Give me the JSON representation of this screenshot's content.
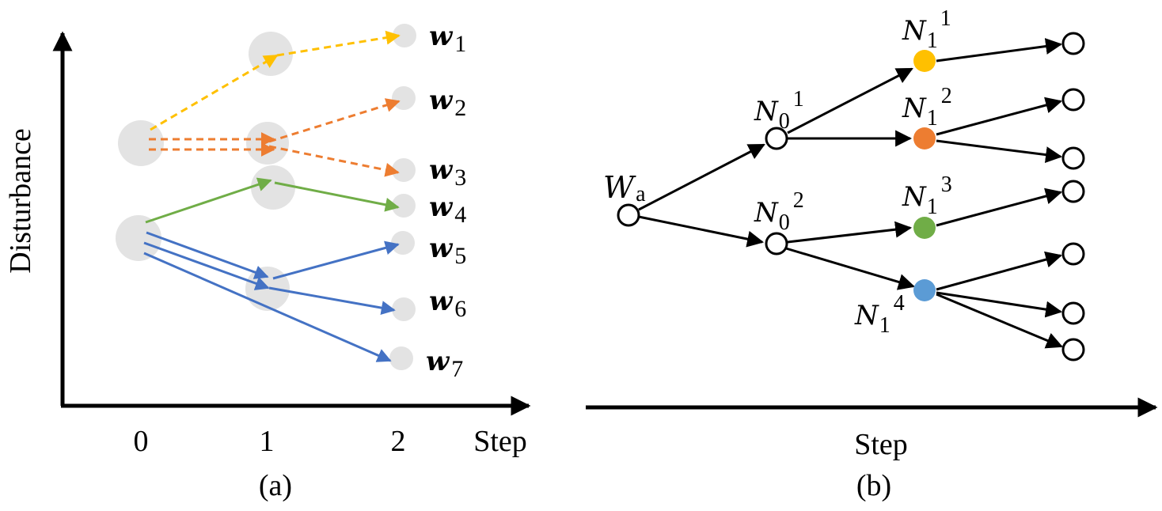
{
  "panel_a": {
    "caption": "(a)",
    "y_axis_label": "Disturbance",
    "x_axis_label": "Step",
    "x_ticks": [
      "0",
      "1",
      "2"
    ],
    "scenarios": [
      {
        "letter": "w",
        "sub": "1"
      },
      {
        "letter": "w",
        "sub": "2"
      },
      {
        "letter": "w",
        "sub": "3"
      },
      {
        "letter": "w",
        "sub": "4"
      },
      {
        "letter": "w",
        "sub": "5"
      },
      {
        "letter": "w",
        "sub": "6"
      },
      {
        "letter": "w",
        "sub": "7"
      }
    ],
    "colors": {
      "yellow": "#FFC000",
      "orange": "#ED7D31",
      "green": "#70AD47",
      "blue": "#4472C4",
      "cluster": "#E3E3E3"
    }
  },
  "panel_b": {
    "caption": "(b)",
    "x_axis_label": "Step",
    "root": {
      "letter": "W",
      "sub": "a"
    },
    "nodes": [
      {
        "letter": "N",
        "sub": "0",
        "sup": "1"
      },
      {
        "letter": "N",
        "sub": "0",
        "sup": "2"
      },
      {
        "letter": "N",
        "sub": "1",
        "sup": "1",
        "color": "#FFC000"
      },
      {
        "letter": "N",
        "sub": "1",
        "sup": "2",
        "color": "#ED7D31"
      },
      {
        "letter": "N",
        "sub": "1",
        "sup": "3",
        "color": "#70AD47"
      },
      {
        "letter": "N",
        "sub": "1",
        "sup": "4",
        "color": "#5B9BD5"
      }
    ]
  }
}
